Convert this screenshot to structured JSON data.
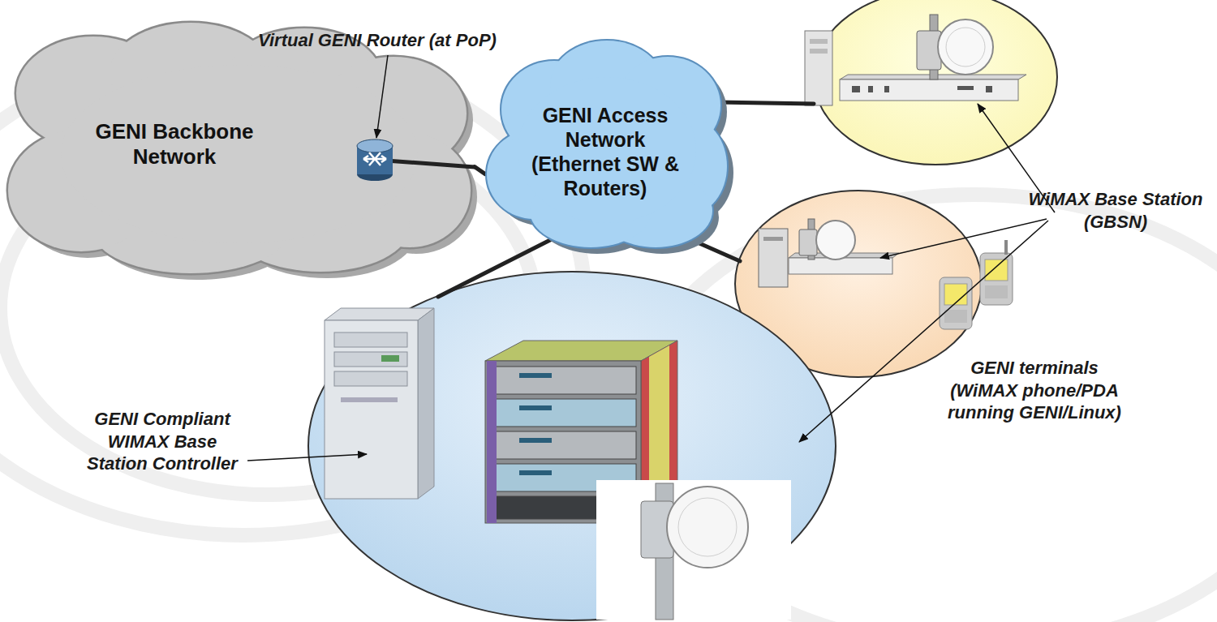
{
  "diagram": {
    "nodes": [
      {
        "text": [
          "GENI Backbone Network"
        ]
      },
      {
        "text": [
          "GENI Access Network (Ethernet SW & Routers)"
        ]
      }
    ],
    "edges": [
      {
        "from": 0,
        "to": 1,
        "arrow": "none"
      }
    ],
    "labels": [
      "Virtual GENI Router (at PoP)",
      "WiMAX Base Station (GBSN)",
      "GENI terminals (WiMAX phone/PDA running GENI/Linux)",
      "GENI Compliant WIMAX Base Station Controller"
    ]
  }
}
